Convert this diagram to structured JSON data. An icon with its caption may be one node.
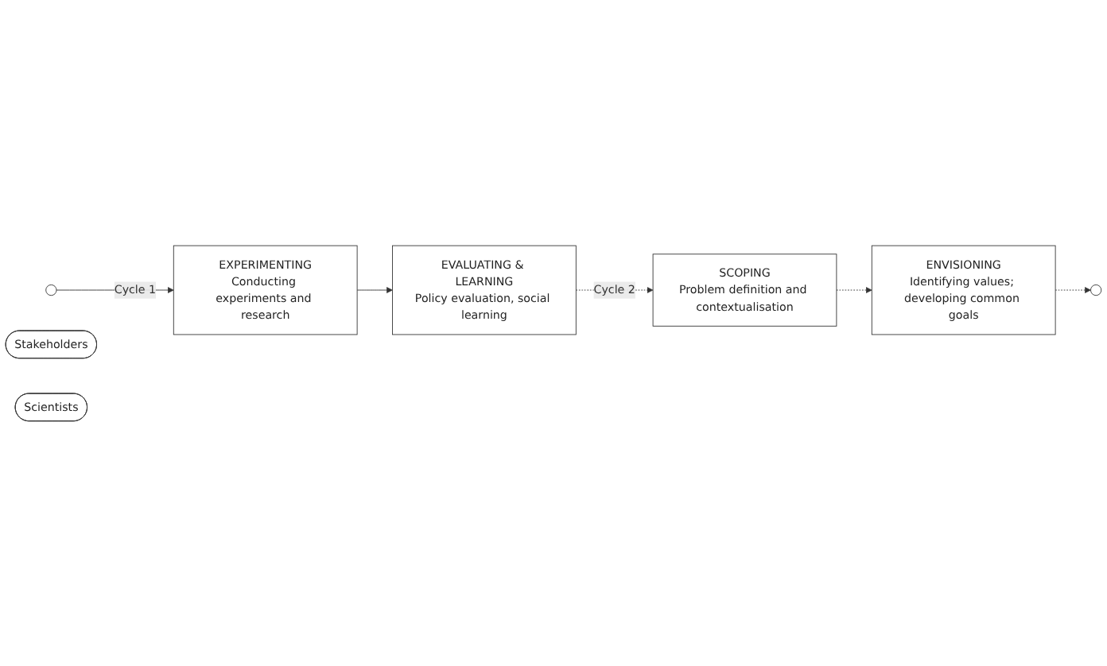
{
  "diagram": {
    "nodes": [
      {
        "text": [
          "SCOPING",
          "Problem definition and contextualisation"
        ]
      },
      {
        "text": [
          "ENVISIONING",
          "Identifying values; developing common goals"
        ]
      },
      {
        "text": [],
        "shape": "circle"
      },
      {
        "text": [
          "Stakeholders"
        ]
      },
      {
        "text": [
          "Scientists"
        ]
      },
      {
        "text": [
          "EXPERIMENTING",
          "Conducting experiments and research"
        ]
      },
      {
        "text": [
          "EVALUATING & LEARNING",
          "Policy evaluation, social learning"
        ]
      }
    ],
    "edges": [
      {
        "from": 2,
        "to": 5,
        "arrow": "to",
        "label": "Cycle 1"
      },
      {
        "from": 5,
        "to": 6,
        "arrow": "to"
      },
      {
        "from": 6,
        "to": 0,
        "arrow": "to",
        "style": "dashed",
        "label": "Cycle 2"
      },
      {
        "from": 0,
        "to": 1,
        "arrow": "to",
        "style": "dashed"
      },
      {
        "from": 1,
        "to": null,
        "arrow": "to",
        "style": "dashed"
      }
    ]
  }
}
